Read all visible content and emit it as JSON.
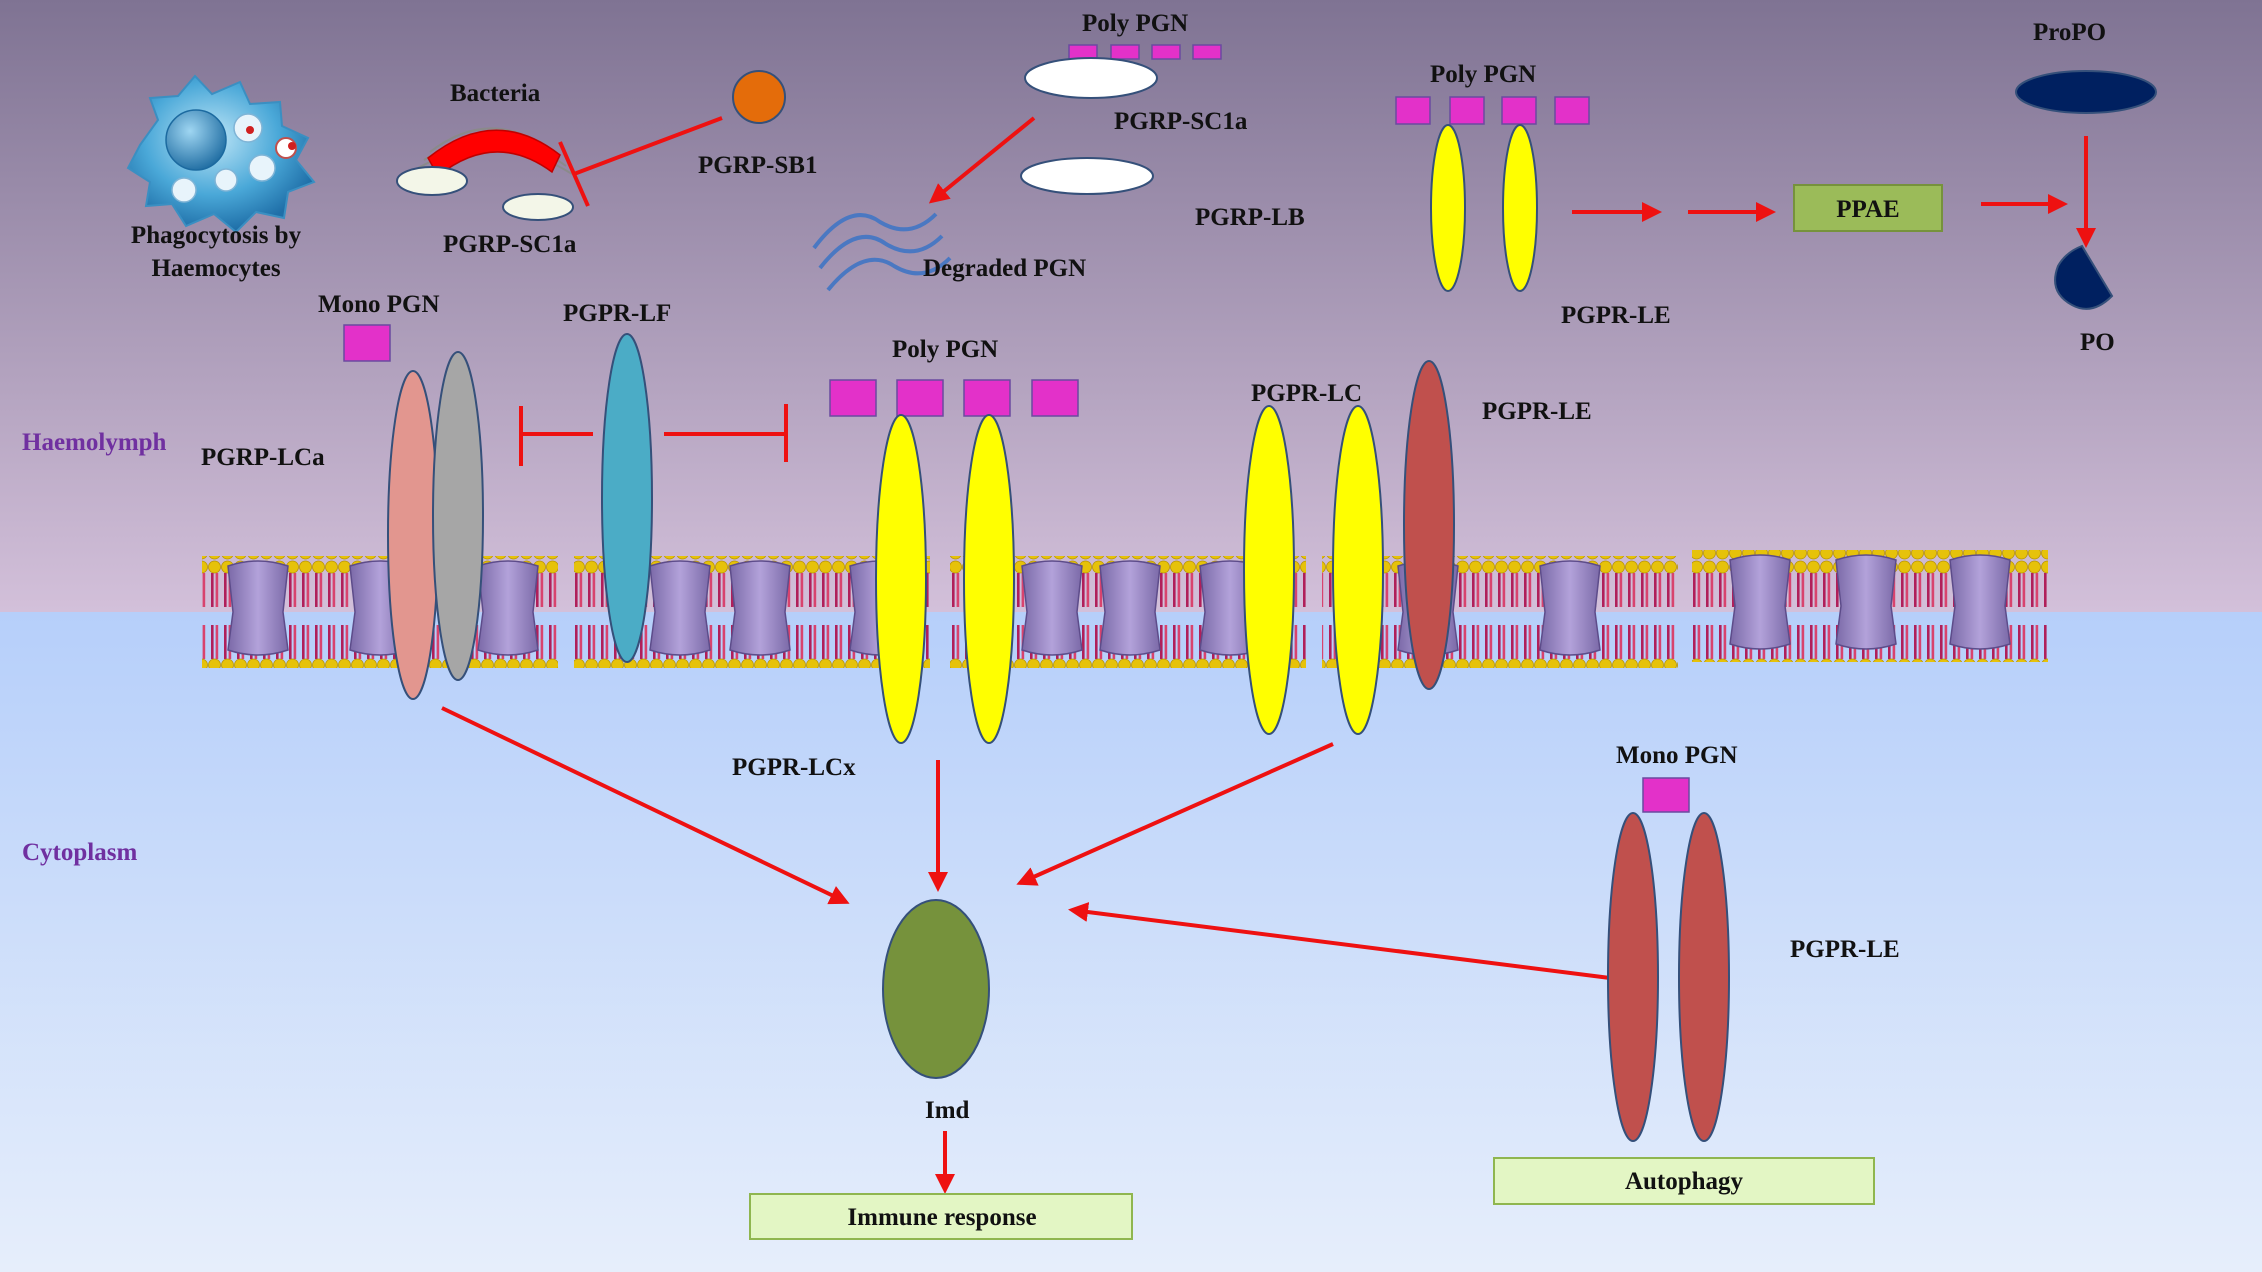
{
  "regions": {
    "haemolymph": "Haemolymph",
    "cytoplasm": "Cytoplasm"
  },
  "labels": {
    "phagocytosis_line1": "Phagocytosis by",
    "phagocytosis_line2": "Haemocytes",
    "bacteria": "Bacteria",
    "pgrp_sb1": "PGRP-SB1",
    "pgrp_sc1a_left": "PGRP-SC1a",
    "poly_pgn_top": "Poly PGN",
    "pgrp_sc1a_top": "PGRP-SC1a",
    "pgrp_lb": "PGRP-LB",
    "degraded_pgn": "Degraded PGN",
    "poly_pgn_right": "Poly PGN",
    "pgpr_le_top": "PGPR-LE",
    "ppae": "PPAE",
    "propo": "ProPO",
    "po": "PO",
    "mono_pgn_left": "Mono PGN",
    "pgpr_lf": "PGPR-LF",
    "pgrp_lca": "PGRP-LCa",
    "poly_pgn_mid": "Poly PGN",
    "pgpr_lc": "PGPR-LC",
    "pgpr_le_membrane": "PGPR-LE",
    "pgpr_lcx": "PGPR-LCx",
    "imd": "Imd",
    "immune_response": "Immune response",
    "mono_pgn_right": "Mono PGN",
    "pgpr_le_cyto": "PGPR-LE",
    "autophagy": "Autophagy"
  },
  "colors": {
    "haemolymph_top": "#7f7393",
    "haemolymph_bottom": "#d3c0da",
    "cytoplasm_top": "#b6cffa",
    "cytoplasm_bottom": "#e6eefb",
    "region_label": "#7030a0",
    "pgn_square": "#e331c9",
    "receptor_yellow": "#ffff00",
    "receptor_red": "#c0504d",
    "receptor_blue": "#4bacc6",
    "receptor_pink": "#e2968f",
    "receptor_grey": "#a6a6a6",
    "propo": "#002060",
    "imd": "#76923c",
    "ppae": "#9bbb59",
    "arrow": "#ee1111",
    "bacteria": "#ff0000",
    "pgrp_sb1": "#e46c0a",
    "response_box": "#e3f6c4"
  }
}
